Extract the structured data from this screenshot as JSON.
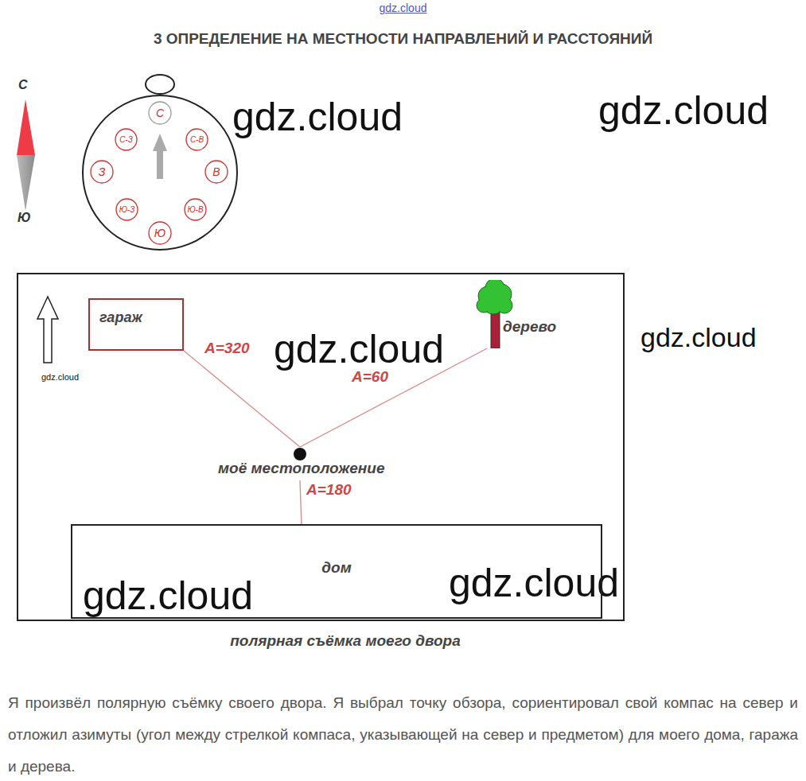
{
  "diagram": {
    "title": "3 ОПРЕДЕЛЕНИЕ НА МЕСТНОСТИ НАПРАВЛЕНИЙ И РАССТОЯНИЙ",
    "caption": "полярная съёмка моего двора",
    "nodes": [
      {
        "text": [
          "С"
        ]
      },
      {
        "text": [
          "С-З"
        ]
      },
      {
        "text": [
          "С-В"
        ]
      },
      {
        "text": [
          "З"
        ]
      },
      {
        "text": [
          "В"
        ]
      },
      {
        "text": [
          "Ю-З"
        ]
      },
      {
        "text": [
          "Ю-В"
        ]
      },
      {
        "text": [
          "Ю"
        ]
      },
      {
        "text": [
          "гараж"
        ]
      },
      {
        "text": [
          "дерево"
        ]
      },
      {
        "text": [
          "моё местоположение"
        ]
      },
      {
        "text": [
          "дом"
        ]
      }
    ],
    "edges": [
      {
        "from": 10,
        "to": 8,
        "arrow": "none",
        "label": "A=320"
      },
      {
        "from": 10,
        "to": 9,
        "arrow": "none",
        "label": "A=60"
      },
      {
        "from": 10,
        "to": 11,
        "arrow": "none",
        "label": "A=180"
      }
    ],
    "labels": [
      "gdz.cloud",
      "С",
      "Ю",
      "gdz.cloud",
      "gdz.cloud",
      "gdz.cloud",
      "gdz.cloud",
      "gdz.cloud",
      "gdz.cloud",
      "gdz.cloud",
      "Я произвёл полярную съёмку своего двора. Я выбрал точку обзора, сориентировал свой компас на север и отложил азимуты (угол между стрелкой компаса, указывающей на север и предметом) для моего дома, гаража и дерева."
    ]
  }
}
